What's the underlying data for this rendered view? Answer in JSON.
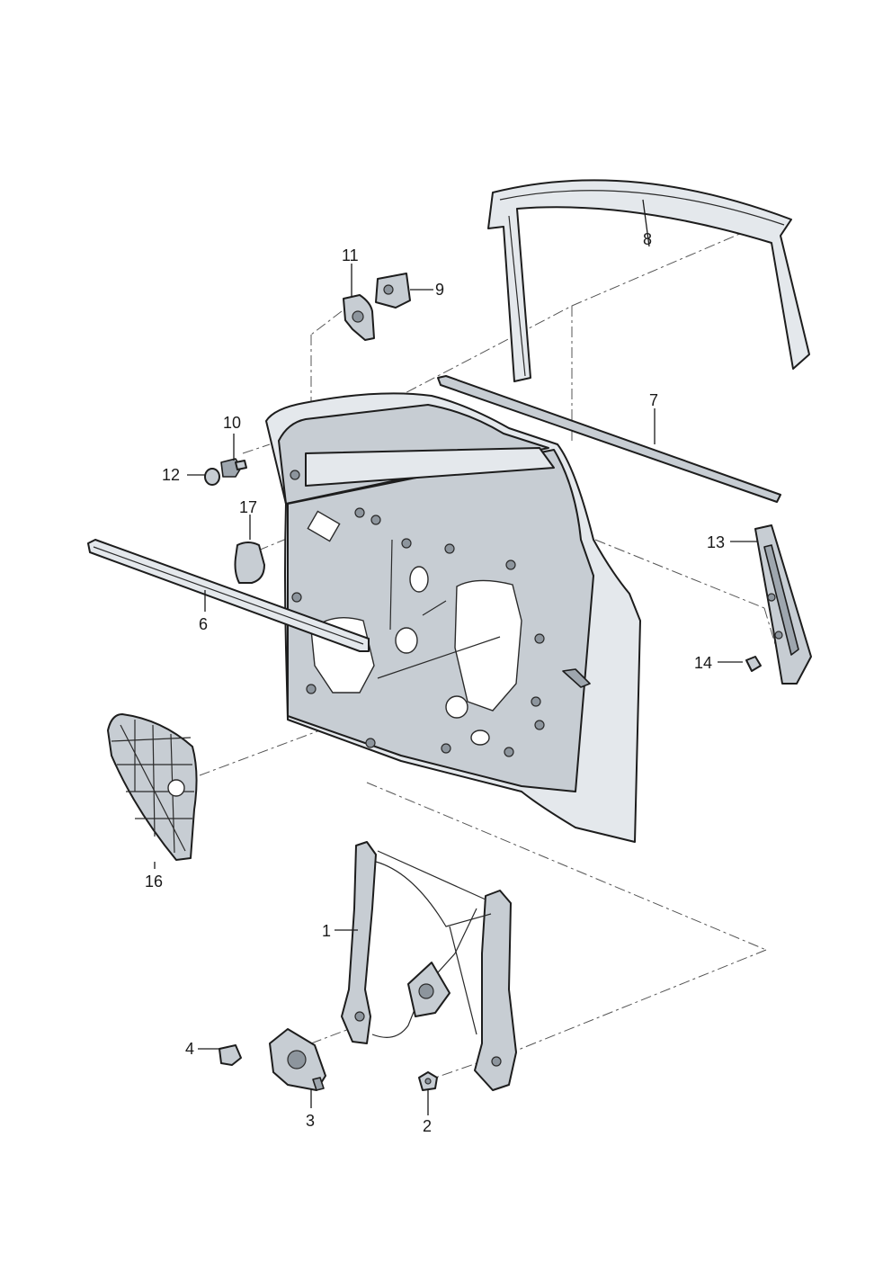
{
  "diagram": {
    "callouts": [
      {
        "id": "c1",
        "label": "1"
      },
      {
        "id": "c2",
        "label": "2"
      },
      {
        "id": "c3",
        "label": "3"
      },
      {
        "id": "c4",
        "label": "4"
      },
      {
        "id": "c6",
        "label": "6"
      },
      {
        "id": "c7",
        "label": "7"
      },
      {
        "id": "c8",
        "label": "8"
      },
      {
        "id": "c9",
        "label": "9"
      },
      {
        "id": "c10",
        "label": "10"
      },
      {
        "id": "c11",
        "label": "11"
      },
      {
        "id": "c12",
        "label": "12"
      },
      {
        "id": "c13",
        "label": "13"
      },
      {
        "id": "c14",
        "label": "14"
      },
      {
        "id": "c16",
        "label": "16"
      },
      {
        "id": "c17",
        "label": "17"
      }
    ]
  },
  "colors": {
    "panel": "#c7cdd3",
    "panel_light": "#e4e8ec",
    "outline": "#1d1d1d"
  }
}
